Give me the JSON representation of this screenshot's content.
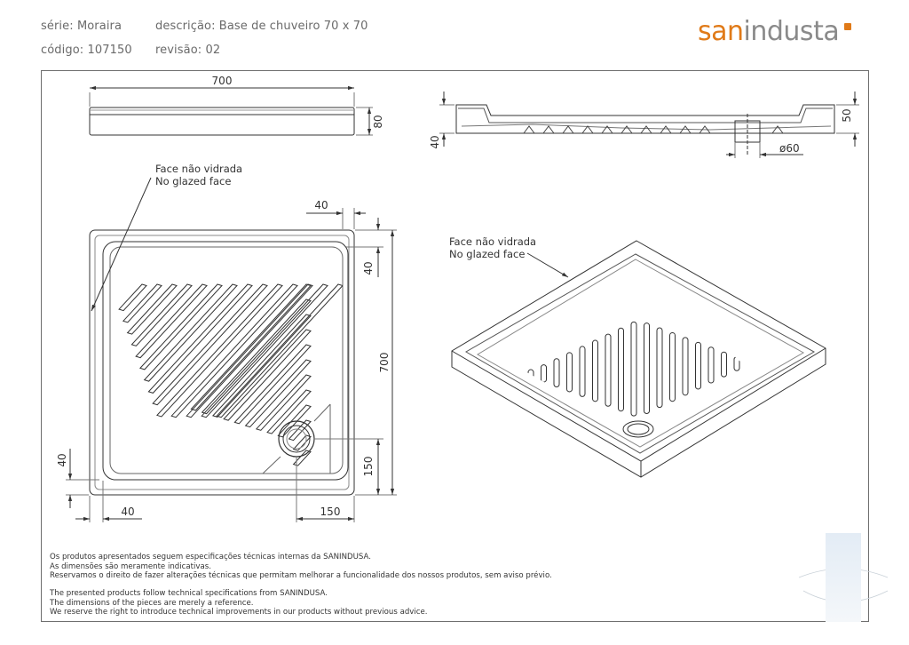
{
  "header": {
    "serie": "série: Moraira",
    "descricao": "descrição: Base de chuveiro 70 x 70",
    "codigo": "código: 107150",
    "revisao": "revisão: 02"
  },
  "logo": {
    "prefix": "san",
    "suffix": "industa"
  },
  "dimensions": {
    "width_top": "700",
    "height_side": "80",
    "profile_depth": "40",
    "rim_height": "50",
    "drain_diameter": "ø60",
    "rim_width": "40",
    "rim_right": "40",
    "overall_height": "700",
    "drain_offset_v": "150",
    "rim_bottom": "40",
    "rim_left": "40",
    "drain_offset_h": "150"
  },
  "labels": {
    "face_pt": "Face não vidrada",
    "face_en": "No glazed face"
  },
  "footer": {
    "pt": [
      "Os produtos apresentados seguem especificações técnicas internas da SANINDUSA.",
      "As dimensões são meramente indicativas.",
      "Reservamos o direito de fazer alterações técnicas que permitam melhorar a funcionalidade dos nossos produtos, sem aviso prévio."
    ],
    "en": [
      "The presented products follow technical specifications from SANINDUSA.",
      "The dimensions of the pieces are merely a reference.",
      "We reserve the right to introduce technical improvements in our products without previous advice."
    ]
  }
}
